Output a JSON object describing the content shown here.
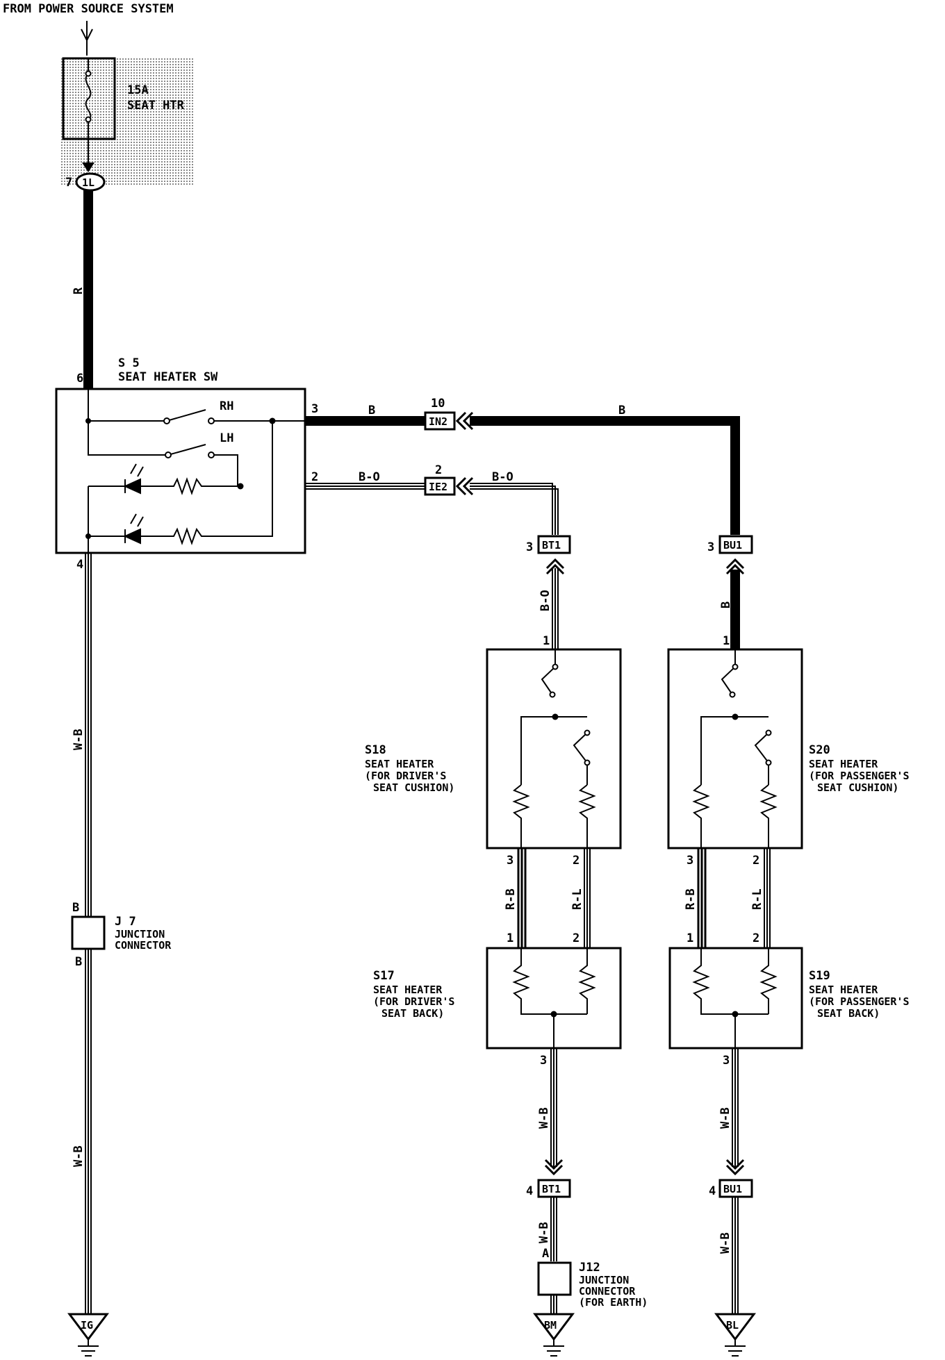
{
  "header": {
    "source": "FROM POWER SOURCE SYSTEM"
  },
  "fuse": {
    "rating": "15A",
    "name": "SEAT HTR"
  },
  "junction_1L": {
    "pin": "7",
    "id": "1L"
  },
  "wires": {
    "r": "R",
    "b": "B",
    "bo": "B-O",
    "wb": "W-B",
    "rb": "R-B",
    "rl": "R-L"
  },
  "s5": {
    "code": "S 5",
    "name": "SEAT HEATER SW",
    "pin6": "6",
    "pin3": "3",
    "pin2": "2",
    "pin4": "4",
    "rh": "RH",
    "lh": "LH"
  },
  "connectors": {
    "in2": "IN2",
    "in2_pin": "10",
    "ie2": "IE2",
    "ie2_pin": "2",
    "bt1": "BT1",
    "bu1": "BU1",
    "pin3": "3",
    "pin4": "4"
  },
  "s18": {
    "code": "S18",
    "l1": "SEAT HEATER",
    "l2": "(FOR DRIVER'S",
    "l3": "SEAT CUSHION)"
  },
  "s20": {
    "code": "S20",
    "l1": "SEAT HEATER",
    "l2": "(FOR PASSENGER'S",
    "l3": "SEAT CUSHION)"
  },
  "s17": {
    "code": "S17",
    "l1": "SEAT HEATER",
    "l2": "(FOR DRIVER'S",
    "l3": "SEAT BACK)"
  },
  "s19": {
    "code": "S19",
    "l1": "SEAT HEATER",
    "l2": "(FOR PASSENGER'S",
    "l3": "SEAT BACK)"
  },
  "pins": {
    "p1": "1",
    "p2": "2",
    "p3": "3"
  },
  "j7": {
    "code": "J 7",
    "l1": "JUNCTION",
    "l2": "CONNECTOR",
    "pin_top": "B",
    "pin_bottom": "B"
  },
  "j12": {
    "code": "J12",
    "l1": "JUNCTION",
    "l2": "CONNECTOR",
    "l3": "(FOR EARTH)",
    "pin": "A"
  },
  "grounds": {
    "ig": "IG",
    "bm": "BM",
    "bl": "BL"
  }
}
